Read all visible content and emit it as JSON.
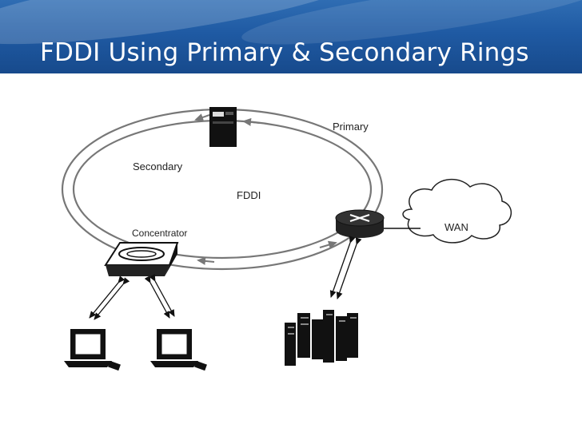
{
  "slide": {
    "title": "FDDI Using Primary & Secondary Rings"
  },
  "diagram": {
    "labels": {
      "primary": "Primary",
      "secondary": "Secondary",
      "fddi": "FDDI",
      "concentrator": "Concentrator",
      "wan": "WAN"
    }
  }
}
